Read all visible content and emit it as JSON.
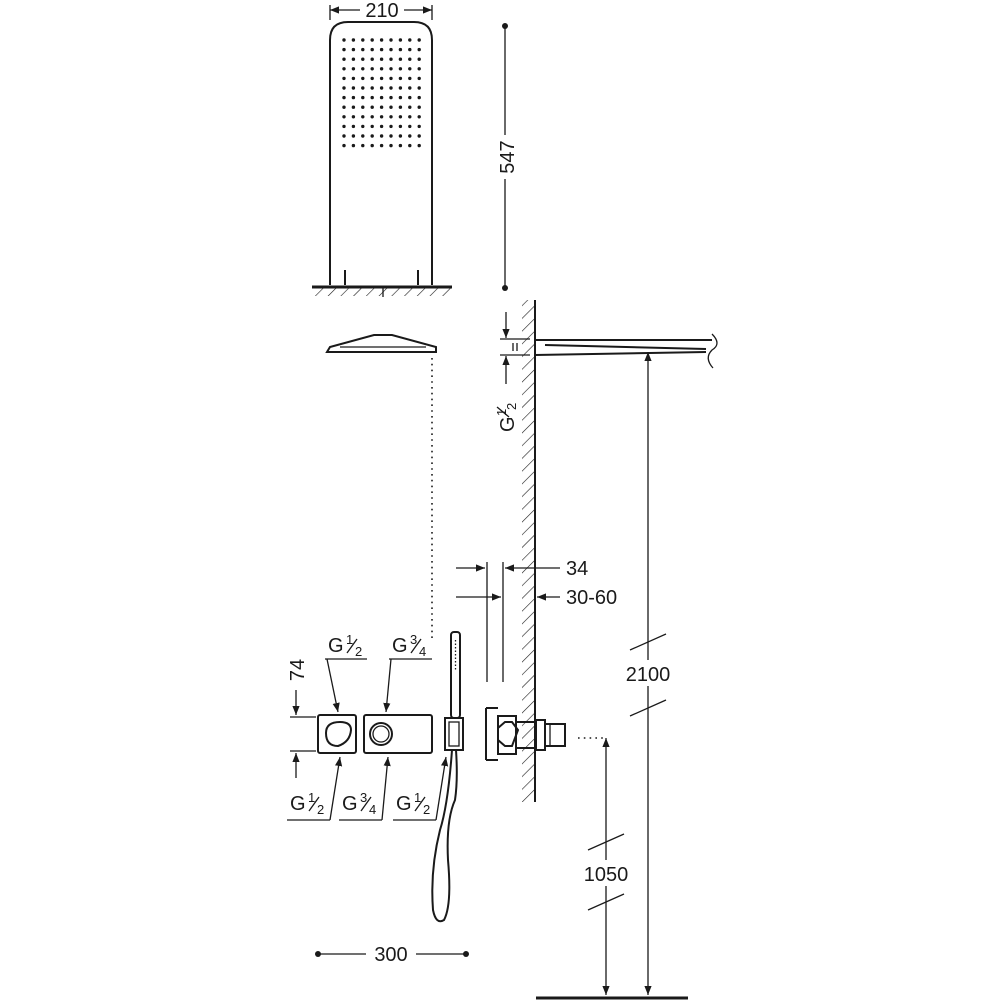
{
  "dimensions": {
    "panel_width": "210",
    "panel_height": "547",
    "arm_thread": "G",
    "shower_height": "2100",
    "valve_height": "1050",
    "overall_width": "300",
    "control_height": "74",
    "wall_depth_fixed": "34",
    "wall_depth_range": "30-60"
  },
  "threads": {
    "g": "G",
    "half": "1/2",
    "three_quarter": "3/4",
    "top_left_num": "1",
    "top_left_den": "2",
    "top_right_num": "3",
    "top_right_den": "4",
    "bottom_1_num": "1",
    "bottom_1_den": "2",
    "bottom_2_num": "3",
    "bottom_2_den": "4",
    "bottom_3_num": "1",
    "bottom_3_den": "2",
    "arm_num": "1",
    "arm_den": "2"
  },
  "colors": {
    "line": "#1a1a1a",
    "background": "#ffffff"
  }
}
